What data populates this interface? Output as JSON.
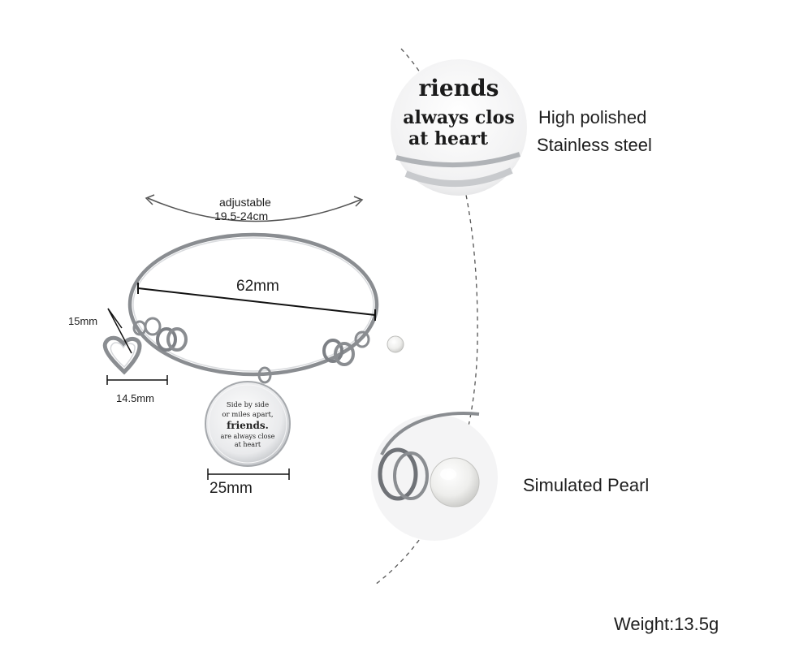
{
  "annotations": {
    "adjustable": "adjustable",
    "range": "19.5-24cm",
    "diameter": "62mm",
    "heart_height": "15mm",
    "heart_width": "14.5mm",
    "disc_size": "25mm",
    "polished_line1": "High polished",
    "polished_line2": "Stainless steel",
    "pearl": "Simulated Pearl",
    "weight": "Weight:13.5g"
  },
  "charm_text": {
    "line1": "Side by side",
    "line2": "or miles apart,",
    "line3": "friends.",
    "line4": "are always close",
    "line5": "at heart"
  },
  "zoom_text": {
    "line1": "riends",
    "line2": "always clos",
    "line3": "at heart"
  },
  "colors": {
    "metal": "#b9bcc0",
    "metal_dark": "#7d8085",
    "pearl": "#f4f4f2",
    "dashed_line": "#555555"
  }
}
